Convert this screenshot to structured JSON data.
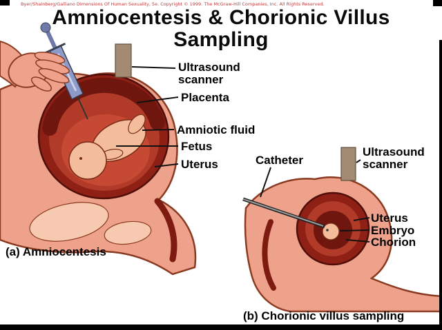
{
  "page": {
    "copyright": "Byer/Shainberg/Galliano   Dimensions Of Human Sexuality, 5e. Copyright © 1999. The McGraw-Hill Companies, Inc. All Rights Reserved.",
    "title": "Amniocentesis & Chorionic Villus Sampling"
  },
  "amniocentesis": {
    "caption": "(a)  Amniocentesis",
    "labels": {
      "ultrasound_scanner": "Ultrasound\nscanner",
      "placenta": "Placenta",
      "amniotic_fluid": "Amniotic fluid",
      "fetus": "Fetus",
      "uterus": "Uterus"
    }
  },
  "cvs": {
    "caption": "(b) Chorionic villus sampling",
    "labels": {
      "catheter": "Catheter",
      "ultrasound_scanner": "Ultrasound\nscanner",
      "uterus": "Uterus",
      "embryo": "Embryo",
      "chorion": "Chorion"
    }
  },
  "colors": {
    "skin": "#EFA28B",
    "skin_outline": "#8A3A20",
    "uterus_wall": "#8E2016",
    "uterus_interior": "#B23A28",
    "placenta": "#6F170E",
    "amniotic_fluid": "#C64A33",
    "fetus_skin": "#F3BD9B",
    "scanner_probe": "#A28B72",
    "syringe": "#8E9BC8",
    "label_text": "#000000",
    "copyright_text": "#C03A3A"
  }
}
